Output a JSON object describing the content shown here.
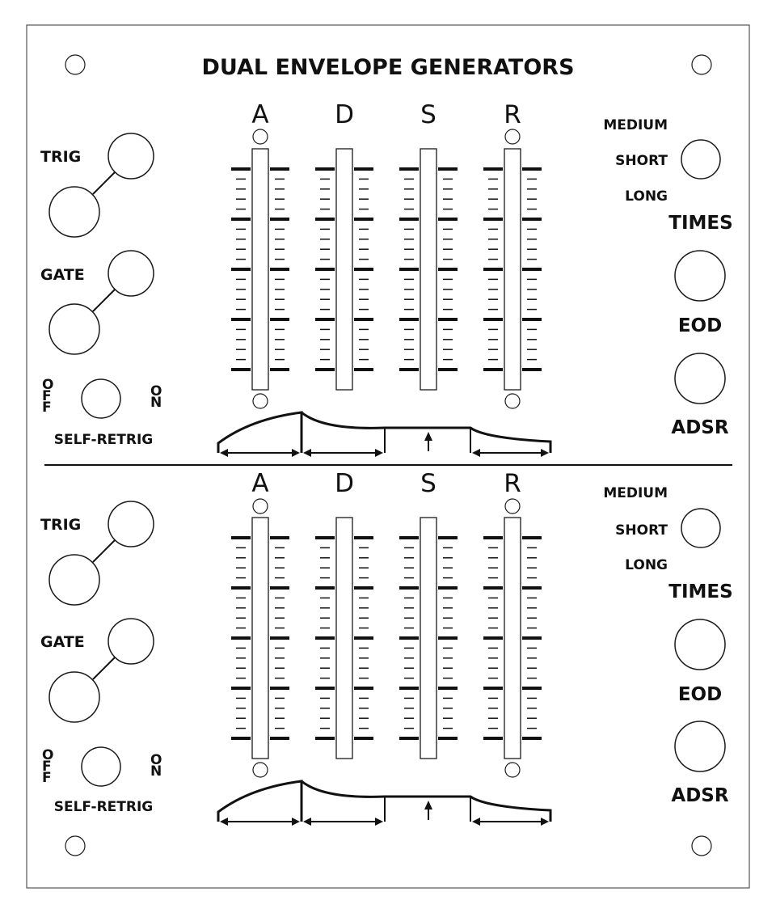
{
  "title": "DUAL ENVELOPE GENERATORS",
  "sections": [
    {
      "stage_labels": [
        "A",
        "D",
        "S",
        "R"
      ],
      "trig_label": "TRIG",
      "gate_label": "GATE",
      "self_retrig": {
        "off": "OFF",
        "on": "ON",
        "label": "SELF-RETRIG"
      },
      "time_range": {
        "medium": "MEDIUM",
        "short": "SHORT",
        "long": "LONG",
        "label": "TIMES"
      },
      "eod_label": "EOD",
      "adsr_label": "ADSR",
      "release_top_led_color": "#1a1a1a"
    },
    {
      "stage_labels": [
        "A",
        "D",
        "S",
        "R"
      ],
      "trig_label": "TRIG",
      "gate_label": "GATE",
      "self_retrig": {
        "off": "OFF",
        "on": "ON",
        "label": "SELF-RETRIG"
      },
      "time_range": {
        "medium": "MEDIUM",
        "short": "SHORT",
        "long": "LONG",
        "label": "TIMES"
      },
      "eod_label": "EOD",
      "adsr_label": "ADSR",
      "release_top_led_color": "#8fd18f"
    }
  ],
  "icons": {
    "mount_hole": "screw-hole-icon",
    "jack": "jack-socket-icon",
    "led": "led-indicator-icon",
    "envelope": "adsr-envelope-icon"
  }
}
